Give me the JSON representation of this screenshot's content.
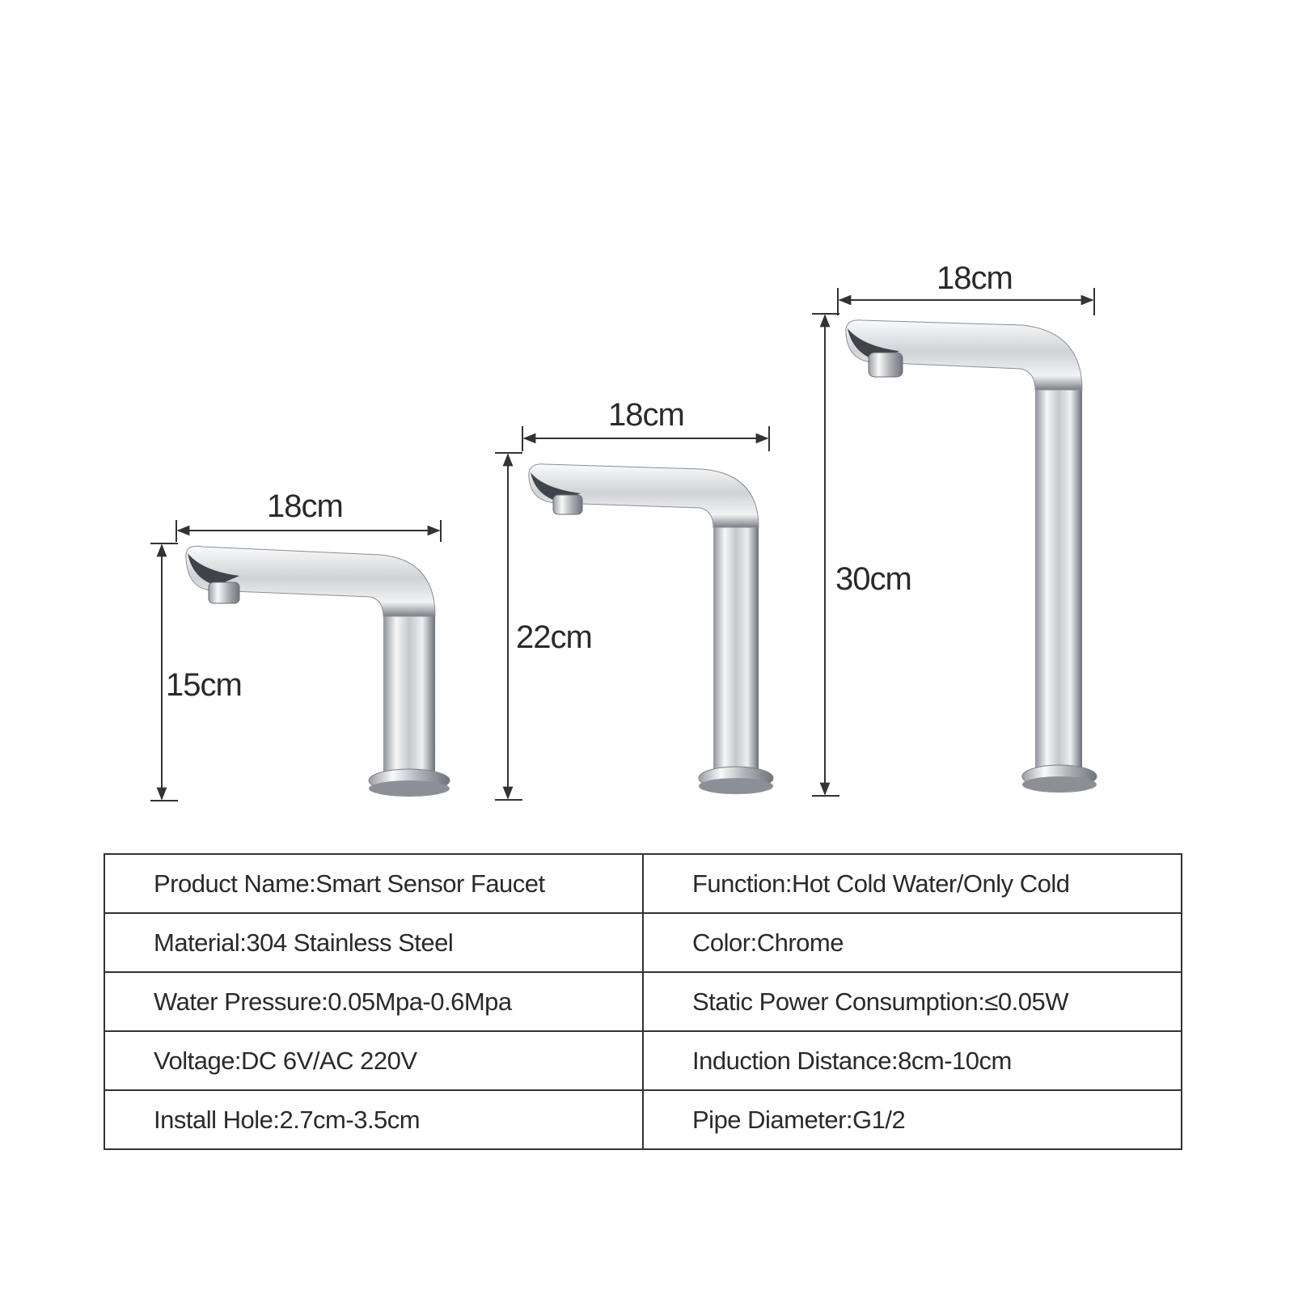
{
  "faucets": [
    {
      "width_label": "18cm",
      "height_label": "15cm",
      "height_cm": 15,
      "width_cm": 18
    },
    {
      "width_label": "18cm",
      "height_label": "22cm",
      "height_cm": 22,
      "width_cm": 18
    },
    {
      "width_label": "18cm",
      "height_label": "30cm",
      "height_cm": 30,
      "width_cm": 18
    }
  ],
  "colors": {
    "chrome_light": "#f4f5f7",
    "chrome_mid": "#b9bcc2",
    "chrome_dark": "#5f636b",
    "line": "#333333"
  },
  "spec_table": {
    "rows": [
      [
        "Product Name:Smart Sensor Faucet",
        "Function:Hot Cold Water/Only Cold"
      ],
      [
        "Material:304 Stainless Steel",
        "Color:Chrome"
      ],
      [
        "Water Pressure:0.05Mpa-0.6Mpa",
        "Static Power Consumption:≤0.05W"
      ],
      [
        "Voltage:DC 6V/AC 220V",
        "Induction Distance:8cm-10cm"
      ],
      [
        "Install Hole:2.7cm-3.5cm",
        "Pipe Diameter:G1/2"
      ]
    ]
  }
}
